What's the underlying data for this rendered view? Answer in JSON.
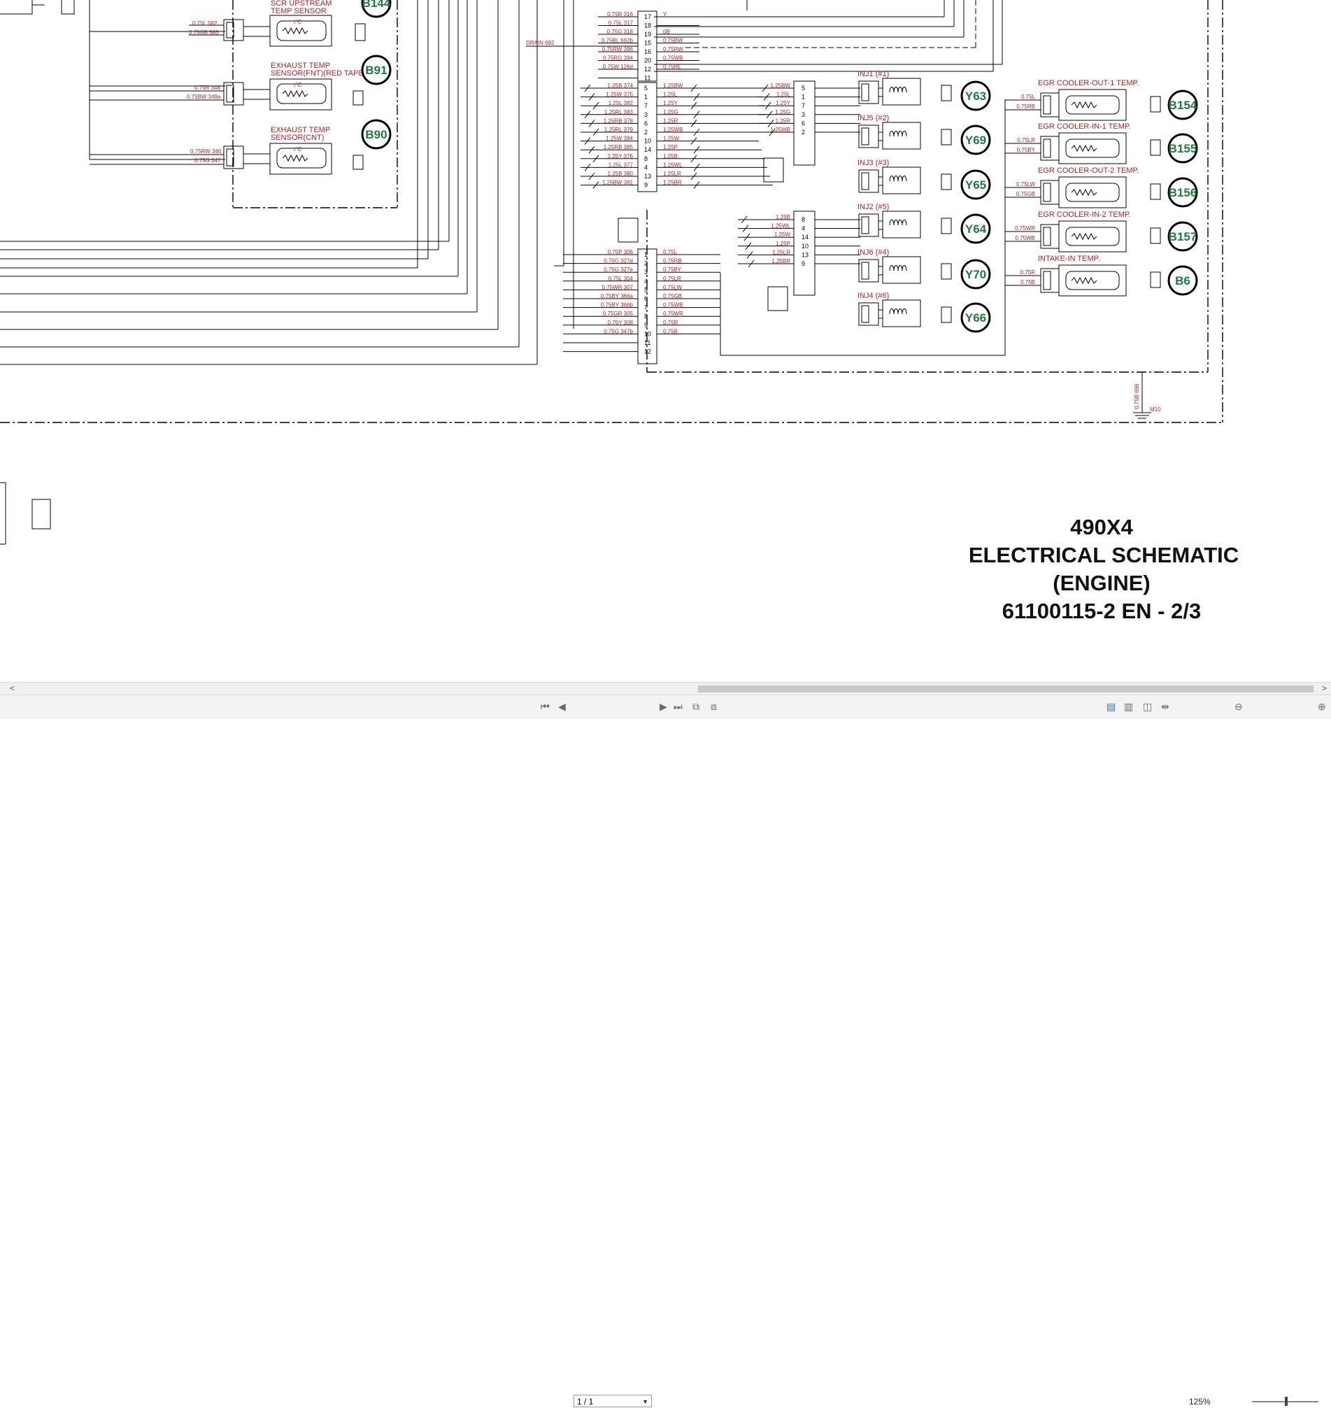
{
  "schematic": {
    "title_lines": [
      "490X4",
      "ELECTRICAL SCHEMATIC",
      "(ENGINE)",
      "61100115-2 EN - 2/3"
    ],
    "sensors_left": [
      {
        "label1": "SCR UPSTREAM",
        "label2": "TEMP SENSOR",
        "badge": "B144",
        "wire1": "0.75L 582",
        "wire2": "0.75GB 583"
      },
      {
        "label1": "EXHAUST TEMP",
        "label2": "SENSOR(FNT)(RED TAPE)",
        "badge": "B91",
        "wire1": "0.75R 348",
        "wire2": "0.75BW 349a"
      },
      {
        "label1": "EXHAUST TEMP",
        "label2": "SENSOR(CNT)",
        "badge": "B90",
        "wire1": "0.75RW 346",
        "wire2": "0.75G 347"
      }
    ],
    "injectors": [
      {
        "label": "INJ1 (#1)",
        "badge": "Y63"
      },
      {
        "label": "INJ5 (#2)",
        "badge": "Y69"
      },
      {
        "label": "INJ3 (#3)",
        "badge": "Y65"
      },
      {
        "label": "INJ2 (#5)",
        "badge": "Y64"
      },
      {
        "label": "INJ6 (#4)",
        "badge": "Y70"
      },
      {
        "label": "INJ4 (#6)",
        "badge": "Y66"
      }
    ],
    "temp_sensors_right": [
      {
        "label": "EGR COOLER-OUT-1 TEMP.",
        "badge": "B154",
        "wire1": "0.75L",
        "wire2": "0.75RB"
      },
      {
        "label": "EGR COOLER-IN-1 TEMP.",
        "badge": "B155",
        "wire1": "0.75LR",
        "wire2": "0.75BY"
      },
      {
        "label": "EGR COOLER-OUT-2 TEMP.",
        "badge": "B156",
        "wire1": "0.75LW",
        "wire2": "0.75GB"
      },
      {
        "label": "EGR COOLER-IN-2 TEMP.",
        "badge": "B157",
        "wire1": "0.75WR",
        "wire2": "0.75WB"
      },
      {
        "label": "INTAKE-IN TEMP.",
        "badge": "B6",
        "wire1": "0.75R",
        "wire2": "0.75B"
      }
    ],
    "drain_label": "DRAIN 692",
    "ground_label": "M10",
    "ground_wire": "0.75B 696",
    "top_conn_left": [
      "0.75R 316",
      "0.75L 317",
      "0.75G 318",
      "0.75BL 692b",
      "0.75RW 396",
      "0.75RG 394",
      "0.75W 126d"
    ],
    "top_conn_right": [
      "Y",
      "",
      "0B",
      "0.75BW",
      "0.75RW",
      "0.75WB",
      "0.75RL"
    ],
    "top_conn_pins": [
      "17",
      "18",
      "19",
      "15",
      "16",
      "20",
      "12",
      "11"
    ],
    "mid_conn_left": [
      "1.25B 374",
      "1.25W 375",
      "1.25L 382",
      "1.25RL 383",
      "1.25RB 378",
      "1.25RL 379",
      "1.25W 384",
      "1.25RB 385",
      "1.25Y 376",
      "1.25L 377",
      "1.25B 380",
      "1.25BW 381"
    ],
    "mid_conn_right": [
      "1.25BW",
      "1.25L",
      "1.25Y",
      "1.25G",
      "1.25R",
      "1.25WB",
      "1.25W",
      "1.25P",
      "1.25B",
      "1.25WL",
      "1.25LR",
      "1.25BR"
    ],
    "mid_conn_pins": [
      "5",
      "1",
      "7",
      "3",
      "6",
      "2",
      "10",
      "14",
      "8",
      "4",
      "13",
      "9"
    ],
    "bot_conn_left": [
      "0.75P 306",
      "0.75G 327d",
      "0.75G 327e",
      "0.75L 304",
      "0.75WR 307",
      "0.75BY 366a",
      "0.75BY 366b",
      "0.75GR 305",
      "0.75Y 308",
      "0.75G 347b"
    ],
    "bot_conn_right": [
      "0.75L",
      "0.75RB",
      "0.75BY",
      "0.75LR",
      "0.75LW",
      "0.75GB",
      "0.75WB",
      "0.75WR",
      "0.75R",
      "0.75B"
    ],
    "bot_conn_pins": [
      "1",
      "2",
      "3",
      "4",
      "5",
      "6",
      "7",
      "8",
      "9",
      "10",
      "11",
      "12"
    ],
    "inj_conn_a_left": [
      "1.25BW",
      "1.25L",
      "1.25Y",
      "1.25G",
      "1.25R",
      "1.25WB"
    ],
    "inj_conn_a_pins": [
      "5",
      "1",
      "7",
      "3",
      "6",
      "2"
    ],
    "inj_conn_b_left": [
      "1.25B",
      "1.25WL",
      "1.25W",
      "1.25P",
      "1.25LR",
      "1.25BR"
    ],
    "inj_conn_b_pins": [
      "8",
      "4",
      "14",
      "10",
      "13",
      "9"
    ]
  },
  "viewer": {
    "page_value": "1 / 1",
    "zoom": "125%",
    "scroll_left": "<",
    "scroll_right": ">"
  }
}
